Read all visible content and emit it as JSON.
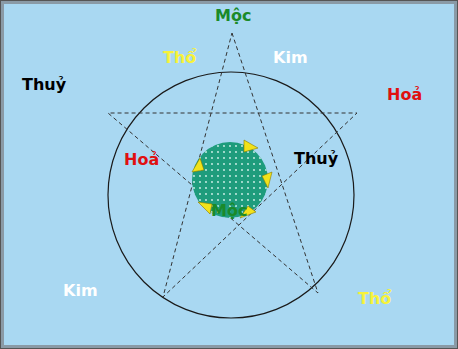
{
  "diagram": {
    "labels": [
      "Mộc",
      "Thổ",
      "Kim",
      "Thuỷ",
      "Hoả",
      "Hoả",
      "Thuỷ",
      "Mộc",
      "Kim",
      "Thổ"
    ]
  }
}
